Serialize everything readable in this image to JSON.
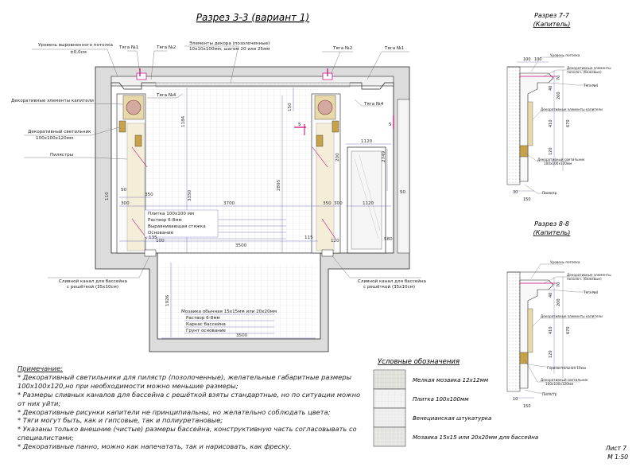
{
  "title": "Разрез 3-3 (вариант 1)",
  "section_77": {
    "title": "Разрез 7-7",
    "subtitle": "(Капитель)"
  },
  "section_88": {
    "title": "Разрез 8-8",
    "subtitle": "(Капитель)"
  },
  "callouts": {
    "ceiling_level": "Уровень выровненного потолка",
    "ceiling_value": "±0,0см",
    "rod1_left": "Тяга №1",
    "rod2_left": "Тяга №2",
    "rod2_right": "Тяга №2",
    "rod1_right": "Тяга №1",
    "rod4_left": "Тяга №4",
    "rod4_right": "Тяга №4",
    "decor_element": "Элементы декора (позолоченные)",
    "decor_element_size": "10х10х100мм, шагом 20 или 25мм",
    "capitals": "Декоративные элементы капители",
    "lamp": "Декоративный светильник",
    "lamp_size": "100х100х120мм",
    "pilasters": "Пилястры",
    "drain_left": "Сливной канал для бассейна",
    "drain_left_2": "с решёткой (35х10см)",
    "drain_right": "Сливной канал для бассейна",
    "drain_right_2": "с решёткой (35х10см)",
    "marker_5": "5"
  },
  "wall_layers": [
    "Плитка 100х100 мм",
    "Раствор 6-8мм",
    "Выравнивающая стяжка",
    "Основание"
  ],
  "pool_layers": [
    "Мозаика обычная 15х15мм или 20х20мм",
    "Раствор 6-8мм",
    "Каркас бассейна",
    "Грунт основание"
  ],
  "dims": {
    "d3700": "3700",
    "d3500_wall": "3500",
    "d3500_pool": "3500",
    "d1120_top": "1120",
    "d1120_mid": "1120",
    "d2749": "2749",
    "d3350": "3350",
    "d2895": "2895",
    "d1184": "1184",
    "d150": "150",
    "d1926": "1926",
    "d350": "350",
    "d300": "300",
    "d50_l": "50",
    "d50_r": "50",
    "d100": "100",
    "d115": "115",
    "d120": "120",
    "d135": "135",
    "d200": "200",
    "d580": "580",
    "d350b": "350",
    "d300b": "300",
    "d110": "110"
  },
  "detail_labels": {
    "ceiling": "Уровень потолка",
    "decor_gold": "Декоративные элементы",
    "decor_gold_2": "позолоч. (бежевые)",
    "rod4": "Тяга №4",
    "capitals": "Декоративные элементы капители",
    "lamp": "Декоративный светильник",
    "lamp_size": "100х100х120мм",
    "pilaster": "Пилястр",
    "plinth": "Горизонтальная 10мм",
    "d100a": "100",
    "d100b": "100",
    "d40": "40",
    "d70": "70",
    "d200": "200",
    "d410": "410",
    "d670": "670",
    "d120": "120",
    "d30": "30",
    "d150": "150",
    "d10": "10"
  },
  "notes": {
    "header": "Примечание:",
    "lines": [
      "* Декоративный светильники для пилястр (позолоченные), желательные габаритные размеры 100х100х120,но при необходимости можно меньшие размеры;",
      "* Размеры сливных каналов для бассейна с решёткой взяты стандартные, но по ситуации можно от них уйти;",
      "* Декоративные рисунки капители не принципиальны, но желательно соблюдать цвета;",
      "* Тяги могут быть, как и гипсовые, так и полиуретановые;",
      "* Указаны только внешние (чистые) размеры бассейна, конструктивную часть согласовывать со специалистами;",
      "* Декоративные панно, можно как напечатать, так и нарисовать, как фреску."
    ]
  },
  "legend": {
    "title": "Условные обозначения",
    "items": [
      {
        "label": "Мелкая мозаика 12х12мм",
        "fill": "#e6e6e0"
      },
      {
        "label": "Плитка 100х100мм",
        "fill": "#f3f3f3"
      },
      {
        "label": "Венецианская штукатурка",
        "fill": "#efefef"
      },
      {
        "label": "Мозаика 15х15 или 20х20мм для бассейна",
        "fill": "#e8e8e4"
      }
    ]
  },
  "sheet": {
    "label": "Лист 7",
    "scale": "М 1:50"
  },
  "colors": {
    "wall": "#d9d9d9",
    "accent": "#c8007a",
    "gold": "#c8a24a",
    "line": "#222222",
    "dim": "#6b6bb8"
  }
}
